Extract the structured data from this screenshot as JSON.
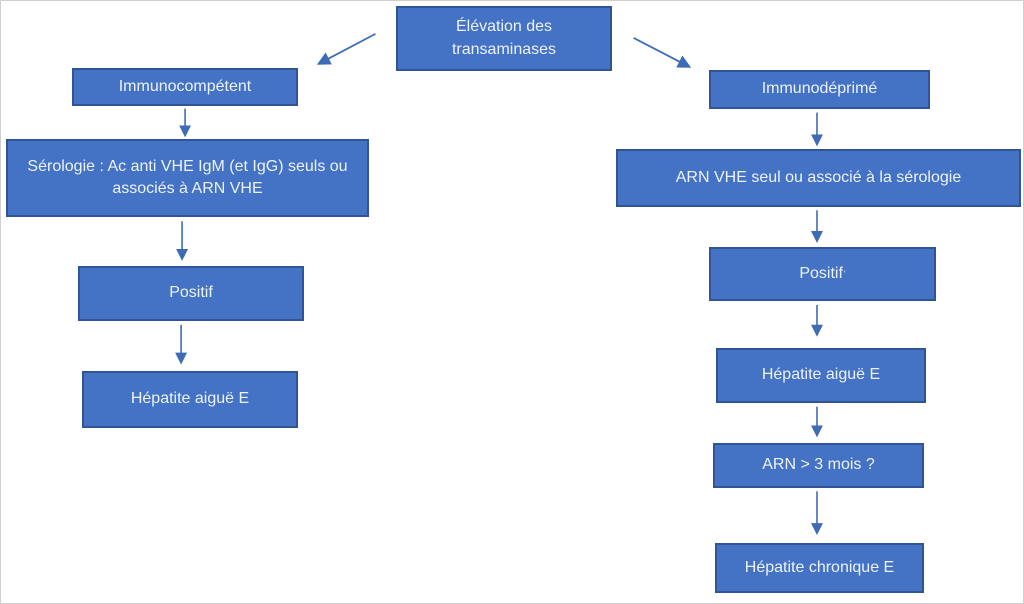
{
  "colors": {
    "node_fill": "#4472C4",
    "node_border": "#2F5597",
    "node_text": "#EDF3FB",
    "arrow": "#3D6BB5",
    "background": "#FFFFFF"
  },
  "flowchart": {
    "type": "decision-tree",
    "language": "fr",
    "nodes": {
      "root": {
        "label": "Élévation des transaminases"
      },
      "immunocompetent": {
        "label": "Immunocompétent"
      },
      "serologie": {
        "label": "Sérologie : Ac anti VHE IgM (et IgG) seuls ou associés à ARN VHE"
      },
      "positif_left": {
        "label": "Positif"
      },
      "hepatite_aigue_left": {
        "label": "Hépatite aiguë E"
      },
      "immunodeprime": {
        "label": "Immunodéprimé"
      },
      "arn_vhe": {
        "label": "ARN VHE seul ou associé à la sérologie"
      },
      "positif_right": {
        "label": "Positif",
        "mark": "'"
      },
      "hepatite_aigue_right": {
        "label": "Hépatite aiguë E"
      },
      "arn_3_mois": {
        "label": "ARN > 3 mois ?"
      },
      "hepatite_chronique": {
        "label": "Hépatite chronique E"
      }
    },
    "edges": [
      {
        "from": "root",
        "to": "immunocompetent"
      },
      {
        "from": "root",
        "to": "immunodeprime"
      },
      {
        "from": "immunocompetent",
        "to": "serologie"
      },
      {
        "from": "serologie",
        "to": "positif_left"
      },
      {
        "from": "positif_left",
        "to": "hepatite_aigue_left"
      },
      {
        "from": "immunodeprime",
        "to": "arn_vhe"
      },
      {
        "from": "arn_vhe",
        "to": "positif_right"
      },
      {
        "from": "positif_right",
        "to": "hepatite_aigue_right"
      },
      {
        "from": "hepatite_aigue_right",
        "to": "arn_3_mois"
      },
      {
        "from": "arn_3_mois",
        "to": "hepatite_chronique"
      }
    ]
  }
}
